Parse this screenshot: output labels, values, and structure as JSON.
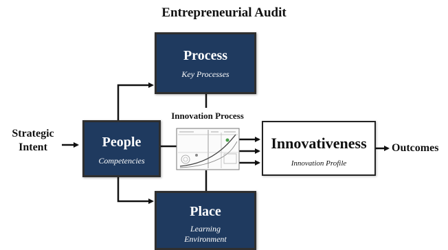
{
  "title": "Entrepreneurial Audit",
  "input": {
    "line1": "Strategic",
    "line2": "Intent"
  },
  "people": {
    "label": "People",
    "sub": "Competencies"
  },
  "process": {
    "label": "Process",
    "sub": "Key Processes"
  },
  "place": {
    "label": "Place",
    "sub_line1": "Learning",
    "sub_line2": "Environment"
  },
  "innovation_process": {
    "label": "Innovation Process"
  },
  "innovativeness": {
    "label": "Innovativeness",
    "sub": "Innovation Profile"
  },
  "output": {
    "label": "Outcomes"
  },
  "colors": {
    "navy": "#1f3a5f",
    "border": "#2f2f2f"
  }
}
